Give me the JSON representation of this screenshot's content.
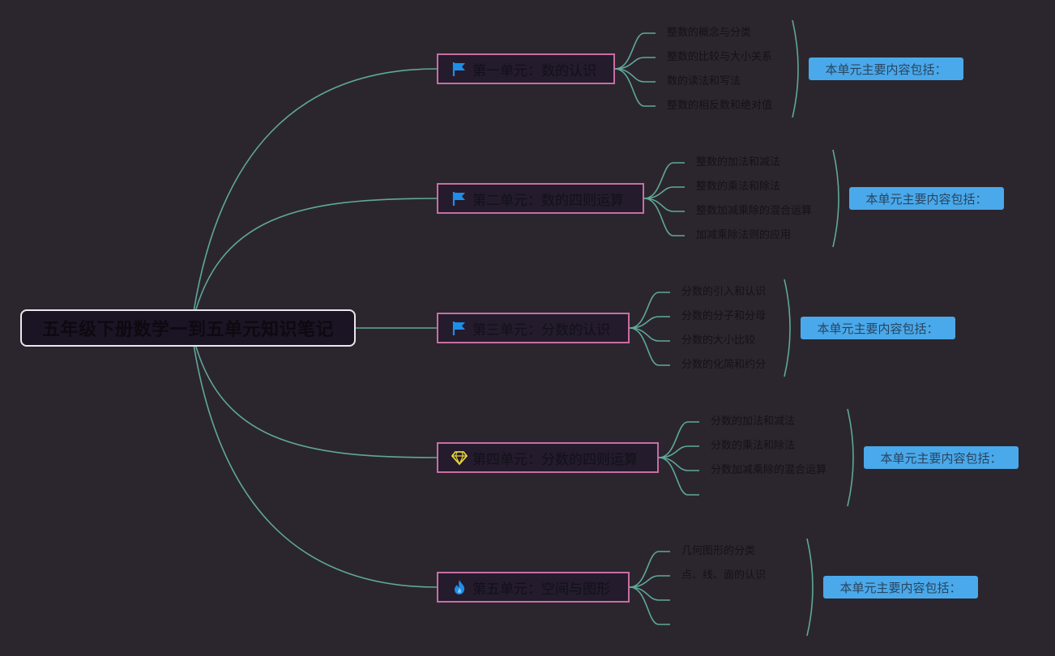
{
  "root": {
    "title": "五年级下册数学一到五单元知识笔记"
  },
  "colors": {
    "background": "#2b262e",
    "connector": "#5fa89a",
    "unit_border": "#c86ea3",
    "summary_fill": "#4aa9ea",
    "flag": "#1e8fe8",
    "gem": "#e8d23a",
    "flame": "#1e8fe8"
  },
  "units": [
    {
      "label": "第一单元：数的认识",
      "icon": "flag-icon",
      "topics": [
        "整数的概念与分类",
        "整数的比较与大小关系",
        "数的读法和写法",
        "整数的相反数和绝对值"
      ],
      "summary": "本单元主要内容包括："
    },
    {
      "label": "第二单元：数的四则运算",
      "icon": "flag-icon",
      "topics": [
        "整数的加法和减法",
        "整数的乘法和除法",
        "整数加减乘除的混合运算",
        "加减乘除法则的应用"
      ],
      "summary": "本单元主要内容包括："
    },
    {
      "label": "第三单元：分数的认识",
      "icon": "flag-icon",
      "topics": [
        "分数的引入和认识",
        "分数的分子和分母",
        "分数的大小比较",
        "分数的化简和约分"
      ],
      "summary": "本单元主要内容包括："
    },
    {
      "label": "第四单元：分数的四则运算",
      "icon": "gem-icon",
      "topics": [
        "分数的加法和减法",
        "分数的乘法和除法",
        "分数加减乘除的混合运算",
        ""
      ],
      "summary": "本单元主要内容包括："
    },
    {
      "label": "第五单元：空间与图形",
      "icon": "flame-icon",
      "topics": [
        "几何图形的分类",
        "点、线、面的认识",
        "",
        ""
      ],
      "summary": "本单元主要内容包括："
    }
  ]
}
